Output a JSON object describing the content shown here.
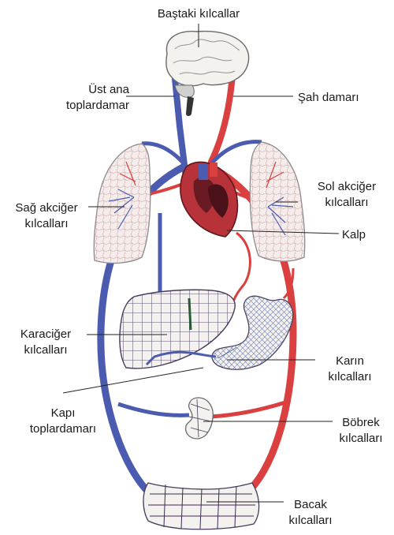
{
  "labels": {
    "head_capillaries": "Baştaki kılcallar",
    "superior_vena_cava": [
      "Üst ana",
      "toplardamar"
    ],
    "aorta": "Şah damarı",
    "right_lung_capillaries": [
      "Sağ akciğer",
      "kılcalları"
    ],
    "left_lung_capillaries": [
      "Sol akciğer",
      "kılcalları"
    ],
    "heart": "Kalp",
    "liver_capillaries": [
      "Karaciğer",
      "kılcalları"
    ],
    "abdominal_capillaries": [
      "Karın",
      "kılcalları"
    ],
    "portal_vein": [
      "Kapı",
      "toplardamarı"
    ],
    "kidney_capillaries": [
      "Böbrek",
      "kılcalları"
    ],
    "leg_capillaries": [
      "Bacak",
      "kılcalları"
    ]
  },
  "colors": {
    "artery": "#d9403f",
    "vein": "#4a5bb0",
    "organ_outline": "#6a6a6a",
    "organ_fill": "#f4f2ef",
    "heart": "#7a1f24",
    "leader_line": "#222222"
  }
}
